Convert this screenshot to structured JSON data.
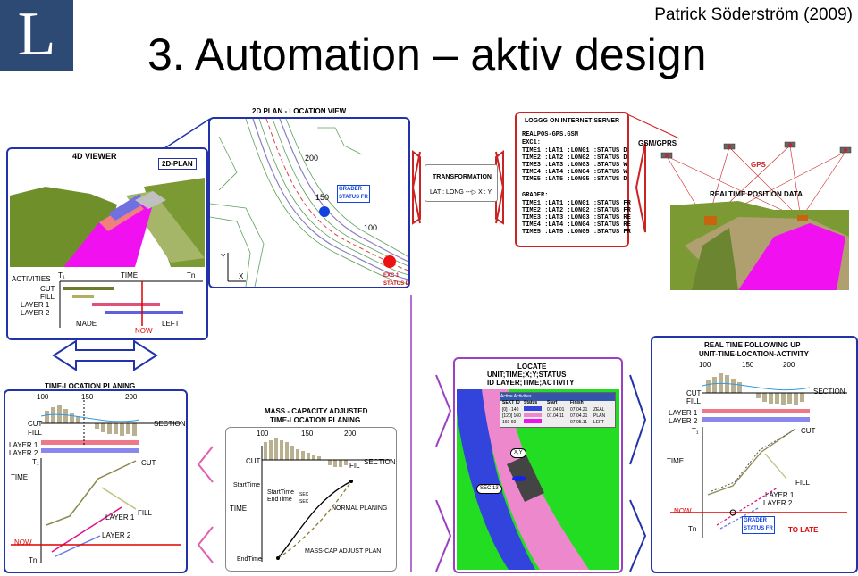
{
  "header": {
    "logo_letter": "L",
    "author": "Patrick Söderström (2009)",
    "title": "3. Automation – aktiv design"
  },
  "viewer4d": {
    "title": "4D VIEWER",
    "tag": "2D-PLAN",
    "t1": "T₁",
    "time": "TIME",
    "tn": "Tn",
    "activities": "ACTIVITIES",
    "rows": [
      "CUT",
      "FILL",
      "LAYER 1",
      "LAYER 2"
    ],
    "made": "MADE",
    "left": "LEFT",
    "now": "NOW"
  },
  "plan2d": {
    "title": "2D PLAN - LOCATION VIEW",
    "stations": [
      "200",
      "150",
      "100"
    ],
    "grader": "GRADER\nSTATUS FR",
    "exc": "EXC 1\nSTATUS D",
    "axis_y": "Y",
    "axis_x": "X"
  },
  "transformation": {
    "title": "TRANSFORMATION",
    "formula": "LAT : LONG ---▷ X : Y"
  },
  "server": {
    "title": "LOGGG ON INTERNET SERVER",
    "lines": [
      "REALPOS-GPS.GSM",
      "EXC1:",
      "TIME1 :LAT1 :LONG1 :STATUS D",
      "TIME2 :LAT2 :LONG2 :STATUS D",
      "TIME3 :LAT3 :LONG3 :STATUS W",
      "TIME4 :LAT4 :LONG4 :STATUS W",
      "TIME5 :LAT5 :LONG5 :STATUS D",
      "",
      "GRADER:",
      "TIME1 :LAT1 :LONG1 :STATUS FR",
      "TIME2 :LAT2 :LONG2 :STATUS FR",
      "TIME3 :LAT3 :LONG3 :STATUS RE",
      "TIME4 :LAT4 :LONG4 :STATUS RE",
      "TIME5 :LAT5 :LONG5 :STATUS FR"
    ]
  },
  "gps": {
    "gsm": "GSM/GPRS",
    "gps": "GPS",
    "realtime": "REALTIME POSITION DATA"
  },
  "tlp": {
    "title": "TIME-LOCATION PLANING",
    "stations": [
      "100",
      "150",
      "200"
    ],
    "section": "SECTION",
    "cut": "CUT",
    "fill": "FILL",
    "layer1": "LAYER 1",
    "layer2": "LAYER 2",
    "t1": "T₁",
    "time": "TIME",
    "now": "NOW",
    "tn": "Tn",
    "line_cut": "CUT",
    "line_fill": "FILL",
    "line_layer1": "LAYER 1",
    "line_layer2": "LAYER 2"
  },
  "mass": {
    "title1": "MASS - CAPACITY ADJUSTED",
    "title2": "TIME-LOCATION PLANING",
    "stations": [
      "100",
      "150",
      "200"
    ],
    "cut": "CUT",
    "section": "SECTION",
    "fill": "FIL",
    "starttime": "StartTime",
    "time": "TIME",
    "endtime": "EndTime",
    "starttime_sec": "StartTime",
    "endtime_sec": "EndTime",
    "sec": "SEC",
    "normal": "NORMAL PLANING",
    "adjust": "MASS-CAP ADJUST PLAN"
  },
  "locate": {
    "title1": "LOCATE",
    "title2": "UNIT;TIME;X;Y;STATUS",
    "title3": "ID LAYER;TIME;ACTIVITY",
    "table_title": "Active Activities",
    "headers": [
      "SEKT ID",
      "Status",
      "Start",
      "Finish",
      ""
    ],
    "rows": [
      [
        "[0] - 140",
        "",
        "07.04.01",
        "07.04.21",
        "ZEAL"
      ],
      [
        "[120] 160",
        "",
        "07.04.11",
        "07.04.21",
        "PLAN"
      ],
      [
        "160 60",
        "",
        "---------",
        "07.05.11",
        "LEFT"
      ]
    ],
    "tag_xy": "X,Y",
    "tag_sec": "SEC 13"
  },
  "follow": {
    "title1": "REAL TIME FOLLOWING UP",
    "title2": "UNIT-TIME-LOCATION-ACTIVITY",
    "stations": [
      "100",
      "150",
      "200"
    ],
    "cut": "CUT",
    "fill": "FILL",
    "section": "SECTION",
    "layer1": "LAYER 1",
    "layer2": "LAYER 2",
    "t1": "T₁",
    "time": "TIME",
    "now": "NOW",
    "tn": "Tn",
    "line_cut": "CUT",
    "line_fill": "FILL",
    "line_layer1": "LAYER 1",
    "line_layer2": "LAYER 2",
    "grader": "GRADER\nSTATUS FR",
    "late": "TO LATE"
  },
  "colors": {
    "blue_frame": "#2233aa",
    "red_frame": "#cc2222",
    "purple_frame": "#9a40c0",
    "pink_frame": "#e060b0",
    "terrain": "#6f8f2a",
    "magenta": "#f010f0",
    "late": "#dd0000"
  }
}
